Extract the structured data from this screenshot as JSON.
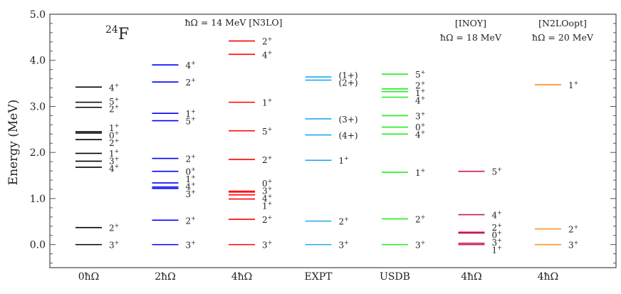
{
  "chart_data": {
    "type": "level-scheme",
    "title": "24F",
    "title_mass_number": "24",
    "title_element": "F",
    "ylabel": "Energy (MeV)",
    "ylim": [
      -0.5,
      5.0
    ],
    "yticks": [
      "0.0",
      "1.0",
      "2.0",
      "3.0",
      "4.0",
      "5.0"
    ],
    "annotations": [
      {
        "text": "ħΩ = 14 MeV [N3LO]"
      },
      {
        "text": "[INOY]"
      },
      {
        "text": "ħΩ = 18 MeV"
      },
      {
        "text": "[N2LOopt]"
      },
      {
        "text": "ħΩ = 20 MeV"
      }
    ],
    "columns": [
      {
        "label": "0ħΩ",
        "color": "#000000",
        "levels": [
          {
            "e": 3.42,
            "j": "4+"
          },
          {
            "e": 3.09,
            "j": "5+"
          },
          {
            "e": 2.98,
            "j": "2+"
          },
          {
            "e": 2.45,
            "j": "1+"
          },
          {
            "e": 2.42,
            "j": "0+"
          },
          {
            "e": 2.28,
            "j": "2+"
          },
          {
            "e": 1.98,
            "j": "1+"
          },
          {
            "e": 1.81,
            "j": "3+"
          },
          {
            "e": 1.68,
            "j": "4+"
          },
          {
            "e": 0.37,
            "j": "2+"
          },
          {
            "e": 0.0,
            "j": "3+"
          }
        ]
      },
      {
        "label": "2ħΩ",
        "color": "#0000ff",
        "levels": [
          {
            "e": 3.9,
            "j": "4+"
          },
          {
            "e": 3.53,
            "j": "2+"
          },
          {
            "e": 2.85,
            "j": "1+"
          },
          {
            "e": 2.69,
            "j": "5+"
          },
          {
            "e": 1.87,
            "j": "2+"
          },
          {
            "e": 1.59,
            "j": "0+"
          },
          {
            "e": 1.34,
            "j": "1+"
          },
          {
            "e": 1.25,
            "j": "4+"
          },
          {
            "e": 1.22,
            "j": "3+"
          },
          {
            "e": 0.53,
            "j": "2+"
          },
          {
            "e": 0.0,
            "j": "3+"
          }
        ]
      },
      {
        "label": "4ħΩ",
        "color": "#ff0000",
        "levels": [
          {
            "e": 4.42,
            "j": "2+"
          },
          {
            "e": 4.13,
            "j": "4+"
          },
          {
            "e": 3.09,
            "j": "1+"
          },
          {
            "e": 2.47,
            "j": "5+"
          },
          {
            "e": 1.85,
            "j": "2+"
          },
          {
            "e": 1.16,
            "j": "0+"
          },
          {
            "e": 1.14,
            "j": "3+"
          },
          {
            "e": 1.08,
            "j": "4+"
          },
          {
            "e": 0.99,
            "j": "1+"
          },
          {
            "e": 0.55,
            "j": "2+"
          },
          {
            "e": 0.0,
            "j": "3+"
          }
        ]
      },
      {
        "label": "EXPT",
        "color": "#22aaee",
        "levels": [
          {
            "e": 3.64,
            "j": "(1+)"
          },
          {
            "e": 3.57,
            "j": "(2+)"
          },
          {
            "e": 2.73,
            "j": "(3+)"
          },
          {
            "e": 2.38,
            "j": "(4+)"
          },
          {
            "e": 1.83,
            "j": "1+"
          },
          {
            "e": 0.51,
            "j": "2+"
          },
          {
            "e": 0.0,
            "j": "3+"
          }
        ]
      },
      {
        "label": "USDB",
        "color": "#22ee22",
        "levels": [
          {
            "e": 3.7,
            "j": "5+"
          },
          {
            "e": 3.38,
            "j": "2+"
          },
          {
            "e": 3.32,
            "j": "1+"
          },
          {
            "e": 3.2,
            "j": "4+"
          },
          {
            "e": 2.8,
            "j": "3+"
          },
          {
            "e": 2.55,
            "j": "0+"
          },
          {
            "e": 2.4,
            "j": "4+"
          },
          {
            "e": 1.57,
            "j": "1+"
          },
          {
            "e": 0.56,
            "j": "2+"
          },
          {
            "e": 0.0,
            "j": "3+"
          }
        ]
      },
      {
        "label": "4ħΩ",
        "color": "#c8184e",
        "levels": [
          {
            "e": 1.59,
            "j": "5+"
          },
          {
            "e": 0.65,
            "j": "4+"
          },
          {
            "e": 0.27,
            "j": "2+"
          },
          {
            "e": 0.25,
            "j": "0+"
          },
          {
            "e": 0.03,
            "j": "3+"
          },
          {
            "e": 0.0,
            "j": "1+"
          }
        ]
      },
      {
        "label": "4ħΩ",
        "color": "#ff8c1a",
        "levels": [
          {
            "e": 3.47,
            "j": "1+"
          },
          {
            "e": 0.34,
            "j": "2+"
          },
          {
            "e": 0.0,
            "j": "3+"
          }
        ]
      }
    ]
  }
}
